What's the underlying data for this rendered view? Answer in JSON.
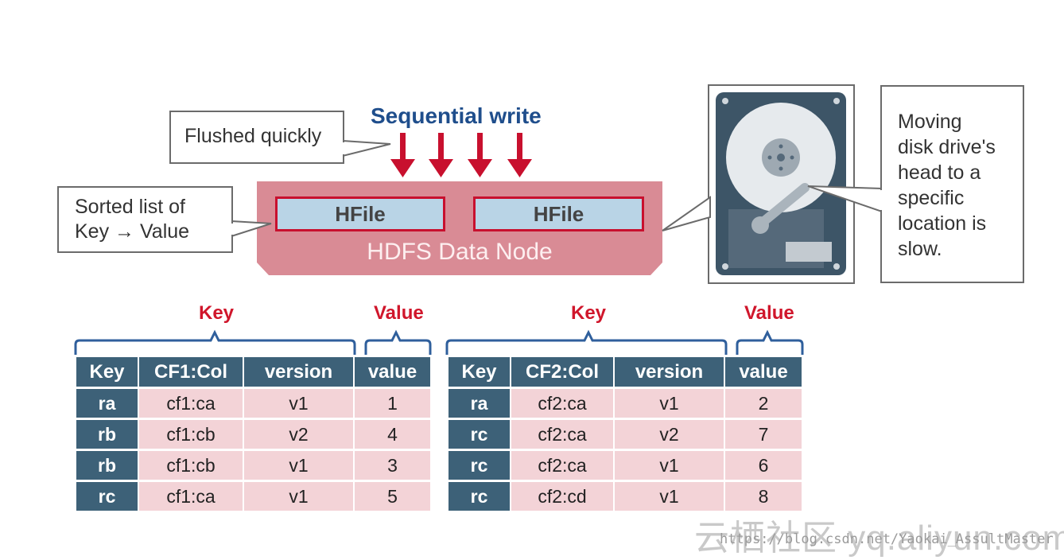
{
  "diagram": {
    "sequential_write": "Sequential write",
    "flushed_callout": "Flushed quickly",
    "sorted_callout_line1": "Sorted list of",
    "sorted_callout_line2": "Key → Value",
    "hfile_left": "HFile",
    "hfile_right": "HFile",
    "node_label": "HDFS Data Node",
    "disk_callout": [
      "Moving",
      "disk drive's",
      "head to a",
      "specific",
      "location is",
      "slow."
    ]
  },
  "table_left": {
    "key_label": "Key",
    "value_label": "Value",
    "columns": [
      "Key",
      "CF1:Col",
      "version",
      "value"
    ],
    "rows": [
      [
        "ra",
        "cf1:ca",
        "v1",
        "1"
      ],
      [
        "rb",
        "cf1:cb",
        "v2",
        "4"
      ],
      [
        "rb",
        "cf1:cb",
        "v1",
        "3"
      ],
      [
        "rc",
        "cf1:ca",
        "v1",
        "5"
      ]
    ]
  },
  "table_right": {
    "key_label": "Key",
    "value_label": "Value",
    "columns": [
      "Key",
      "CF2:Col",
      "version",
      "value"
    ],
    "rows": [
      [
        "ra",
        "cf2:ca",
        "v1",
        "2"
      ],
      [
        "rc",
        "cf2:ca",
        "v2",
        "7"
      ],
      [
        "rc",
        "cf2:ca",
        "v1",
        "6"
      ],
      [
        "rc",
        "cf2:cd",
        "v1",
        "8"
      ]
    ]
  },
  "watermark": {
    "main": "云栖社区 yq.aliyun.com",
    "url": "https://blog.csdn.net/Yaokai_AssultMaster"
  },
  "colors": {
    "accent_red": "#c8102e",
    "title_blue": "#1f4e8c",
    "node_pink": "#d98b95",
    "header_blue": "#3d6178",
    "cell_pink": "#f3d3d7",
    "hfile_blue": "#b9d4e6"
  }
}
